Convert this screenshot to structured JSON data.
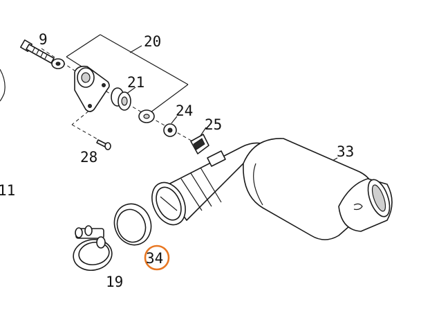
{
  "labels": {
    "p9": "9",
    "p20": "20",
    "p21": "21",
    "p24": "24",
    "p25": "25",
    "p28": "28",
    "p33": "33",
    "p11": "11",
    "p34": "34",
    "p19": "19"
  },
  "highlight": {
    "part": "34",
    "color": "#e87722"
  },
  "colors": {
    "line": "#1a1a1a",
    "background": "#ffffff"
  }
}
